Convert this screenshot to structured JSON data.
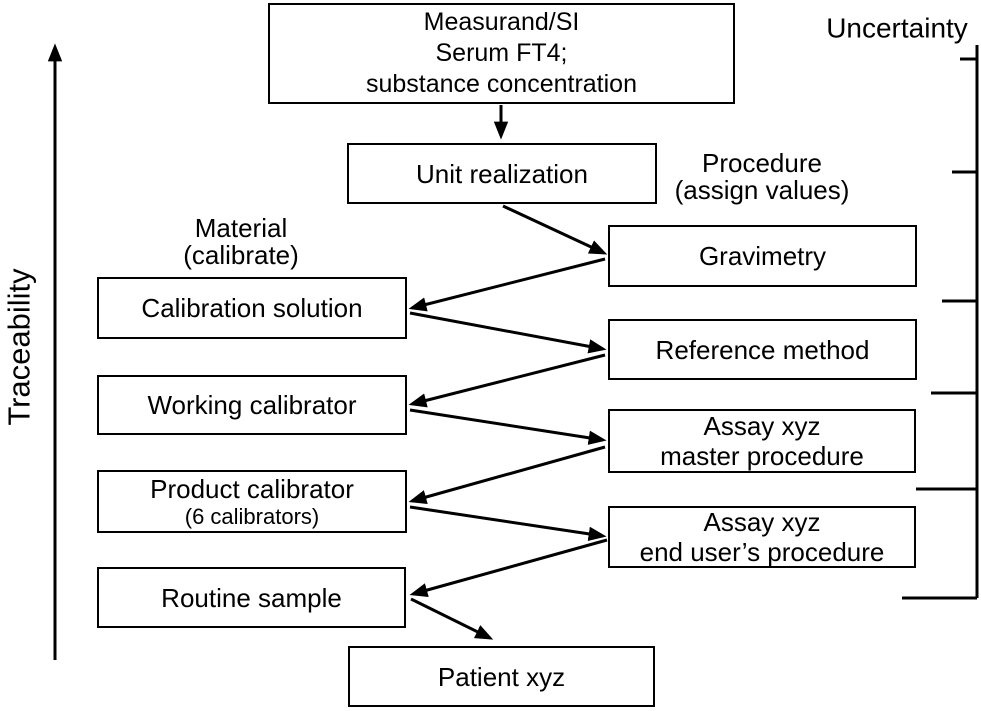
{
  "figure": {
    "axes": {
      "left_label": "Traceability",
      "right_label": "Uncertainty"
    },
    "group_labels": {
      "material": {
        "line1": "Material",
        "line2": "(calibrate)"
      },
      "procedure": {
        "line1": "Procedure",
        "line2": "(assign values)"
      }
    },
    "nodes": {
      "measurand": {
        "line1": "Measurand/SI",
        "line2": "Serum FT4;",
        "line3": "substance concentration"
      },
      "unit_realization": {
        "line1": "Unit realization"
      },
      "calibration_solution": {
        "line1": "Calibration solution"
      },
      "working_calibrator": {
        "line1": "Working calibrator"
      },
      "product_calibrator": {
        "line1": "Product calibrator",
        "line2": "(6 calibrators)"
      },
      "routine_sample": {
        "line1": "Routine sample"
      },
      "patient": {
        "line1": "Patient xyz"
      },
      "gravimetry": {
        "line1": "Gravimetry"
      },
      "reference_method": {
        "line1": "Reference method"
      },
      "assay_master": {
        "line1": "Assay xyz",
        "line2": "master procedure"
      },
      "assay_end_user": {
        "line1": "Assay xyz",
        "line2": "end user’s procedure"
      }
    },
    "flow": [
      {
        "from": "measurand",
        "to": "unit_realization"
      },
      {
        "from": "unit_realization",
        "to": "gravimetry"
      },
      {
        "from": "gravimetry",
        "to": "calibration_solution"
      },
      {
        "from": "calibration_solution",
        "to": "reference_method"
      },
      {
        "from": "reference_method",
        "to": "working_calibrator"
      },
      {
        "from": "working_calibrator",
        "to": "assay_master"
      },
      {
        "from": "assay_master",
        "to": "product_calibrator"
      },
      {
        "from": "product_calibrator",
        "to": "assay_end_user"
      },
      {
        "from": "assay_end_user",
        "to": "routine_sample"
      },
      {
        "from": "routine_sample",
        "to": "patient"
      }
    ],
    "colors": {
      "line": "#000000",
      "text": "#000000",
      "background": "#ffffff"
    }
  }
}
